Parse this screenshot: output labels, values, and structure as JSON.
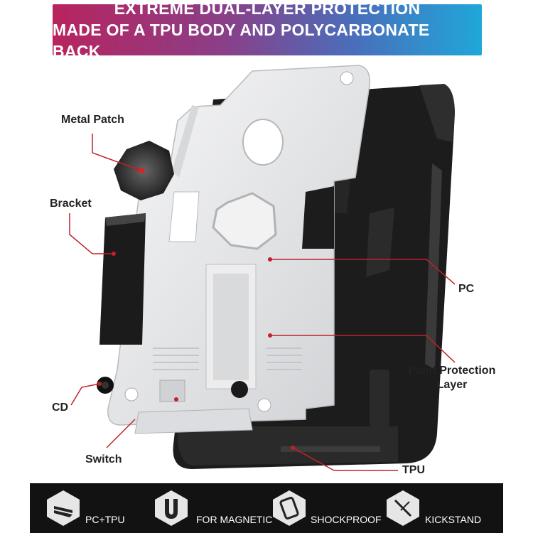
{
  "banner": {
    "line1": "EXTREME DUAL-LAYER PROTECTION",
    "line2": "MADE OF A TPU BODY AND POLYCARBONATE BACK",
    "colors": [
      "#b8245e",
      "#1fa7d9"
    ]
  },
  "labels": {
    "metal_patch": "Metal Patch",
    "bracket": "Bracket",
    "cd": "CD",
    "switch": "Switch",
    "pc": "PC",
    "paint_line1": "Paint Protection",
    "paint_line2": "Layer",
    "tpu": "TPU"
  },
  "features": [
    {
      "label": "PC+TPU",
      "icon": "layers-icon"
    },
    {
      "label": "FOR MAGNETIC",
      "icon": "magnet-icon"
    },
    {
      "label": "SHOCKPROOF",
      "icon": "phone-shock-icon"
    },
    {
      "label": "KICKSTAND",
      "icon": "kickstand-icon"
    }
  ],
  "colors": {
    "accent_line": "#c0202a",
    "case_black": "#1c1c1c",
    "case_silver": "#e9eaec",
    "bar_bg": "#121212"
  }
}
